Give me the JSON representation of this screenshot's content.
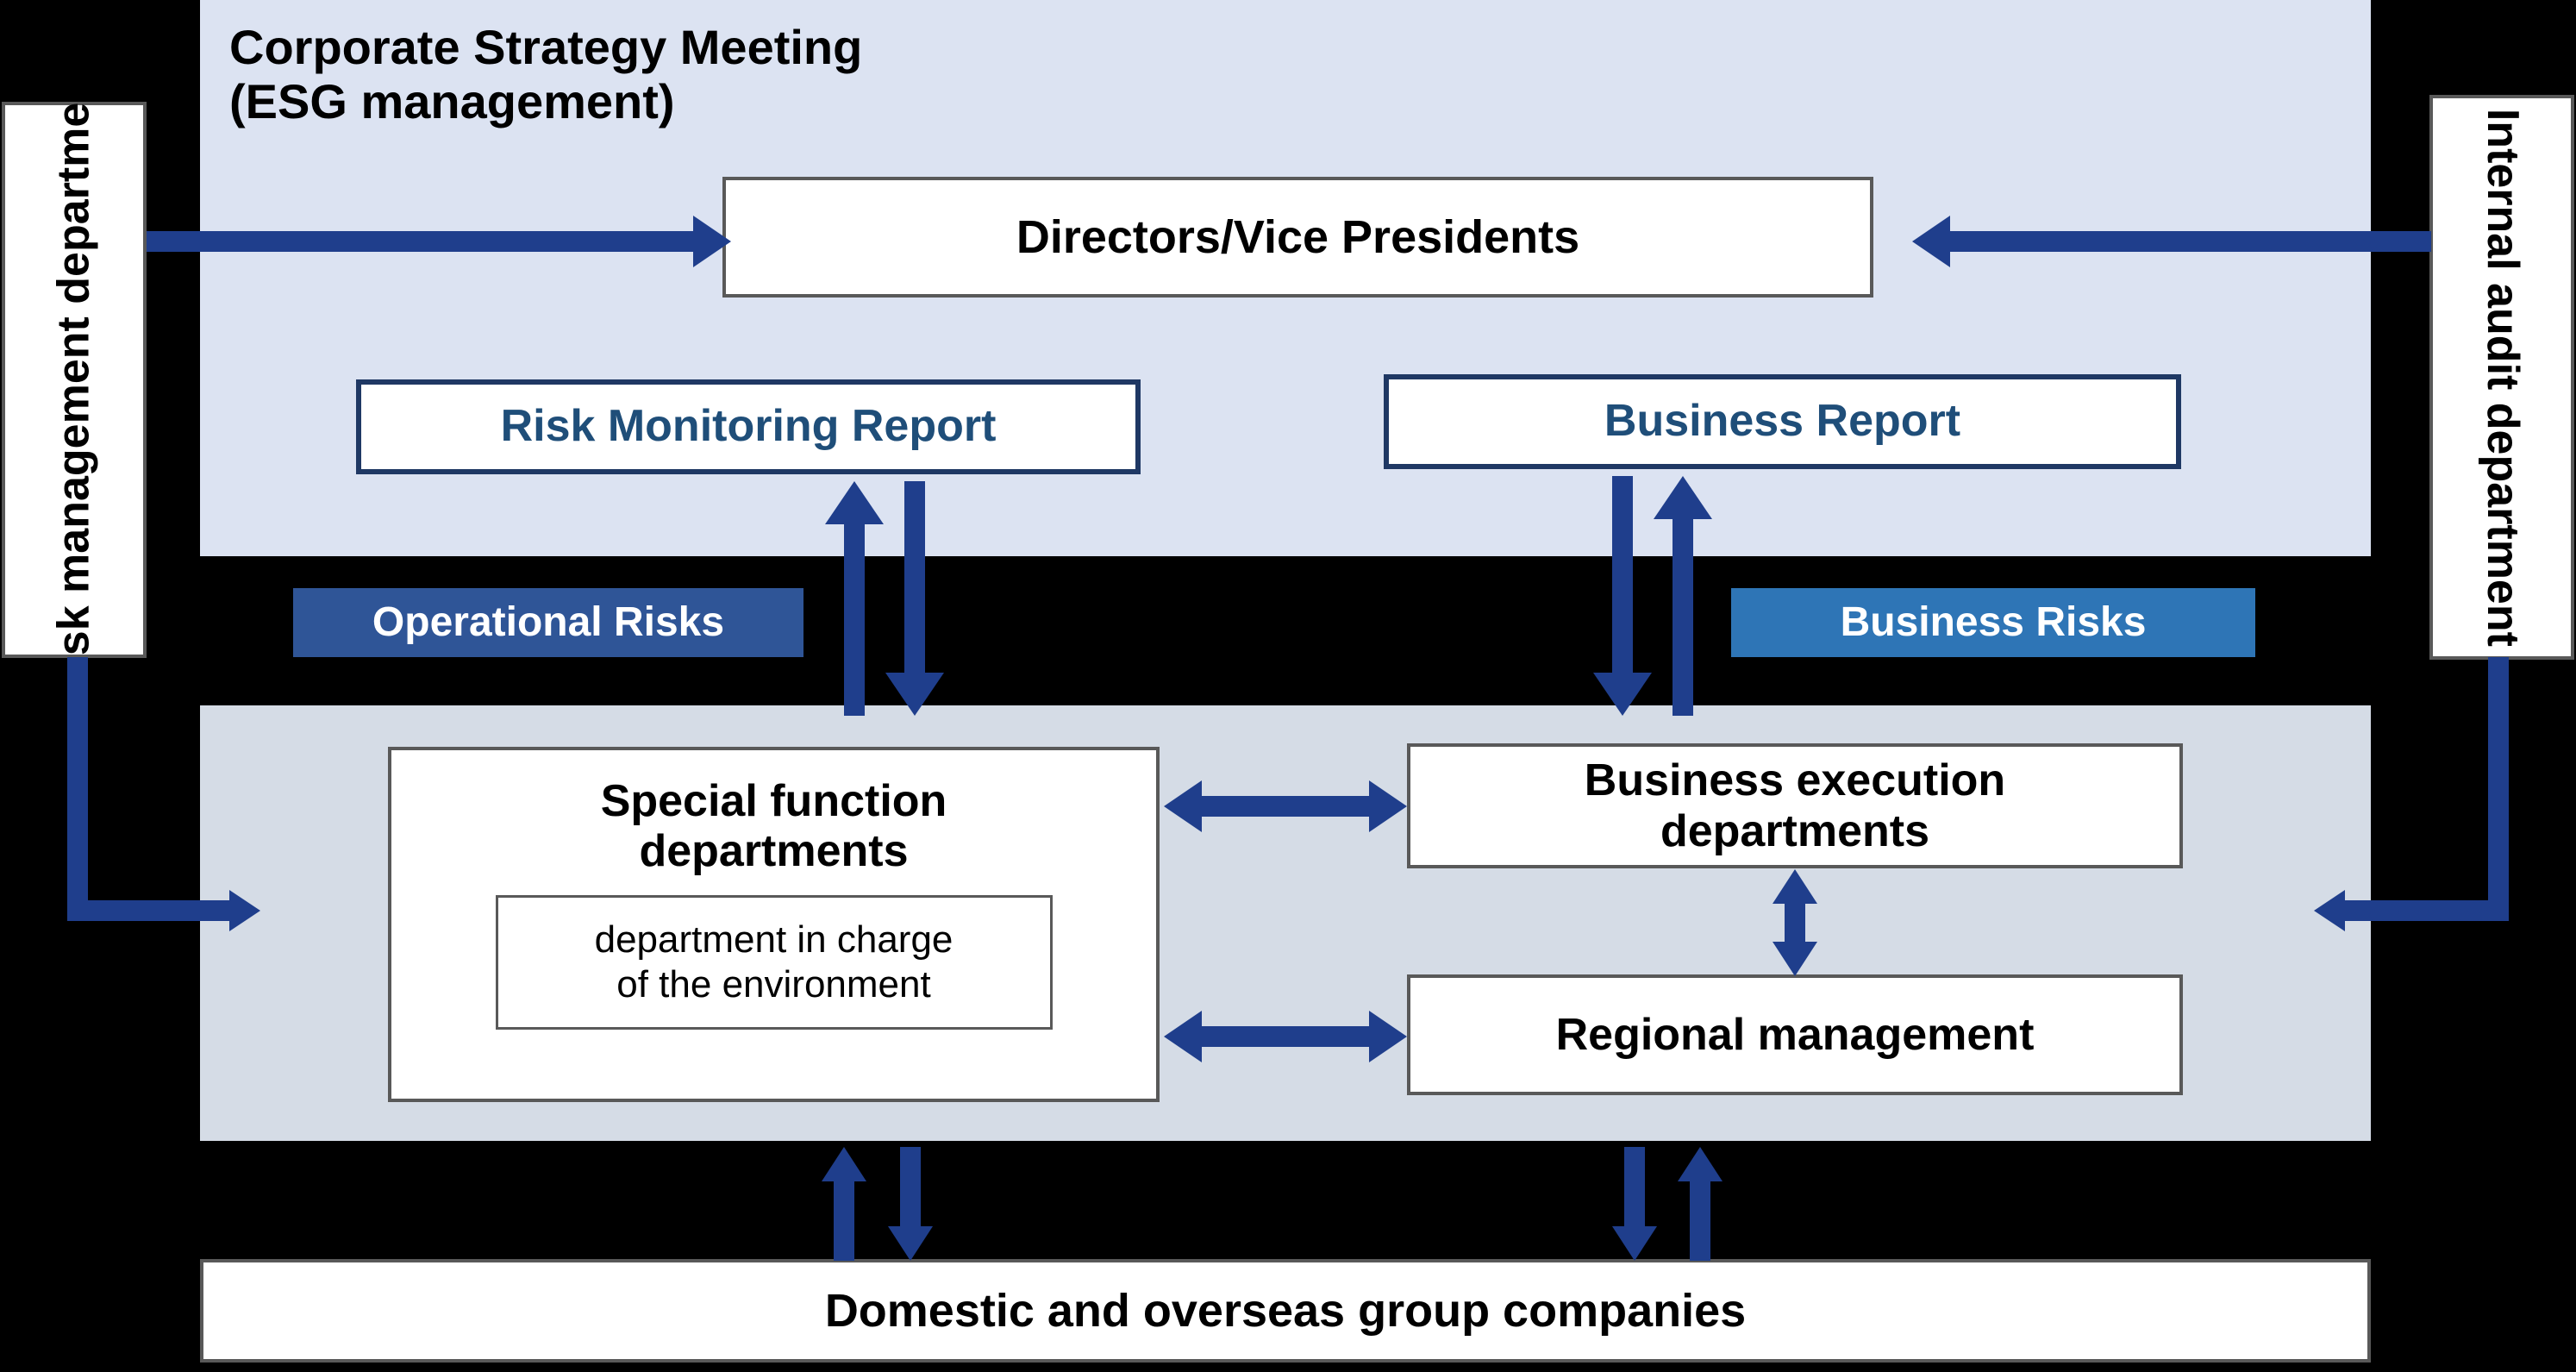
{
  "diagram": {
    "title": "Corporate Strategy Meeting\n(ESG management)",
    "colors": {
      "canvas": "#000000",
      "top_panel_bg": "#DCE3F2",
      "mid_panel_bg": "#D5DCE6",
      "arrow": "#1F3E8C",
      "report_border": "#1F3864",
      "report_text": "#1F4E79",
      "operational_risk_badge": "#2F5597",
      "business_risk_badge": "#2E75B6",
      "card_border": "#595959",
      "card_bg": "#FFFFFF"
    },
    "top_panel": {
      "title": "Corporate Strategy Meeting\n(ESG management)",
      "directors_box": "Directors/Vice Presidents",
      "risk_report": "Risk Monitoring Report",
      "business_report": "Business Report"
    },
    "side_boxes": {
      "left": "Risk management\ndepartment",
      "right": "Internal audit\ndepartment"
    },
    "badges": {
      "operational": "Operational Risks",
      "business": "Business Risks"
    },
    "mid_panel": {
      "special_function": "Special function\ndepartments",
      "environment_dept": "department in charge\nof the environment",
      "business_execution": "Business execution\ndepartments",
      "regional_management": "Regional management"
    },
    "bottom_box": "Domestic and overseas group companies"
  }
}
